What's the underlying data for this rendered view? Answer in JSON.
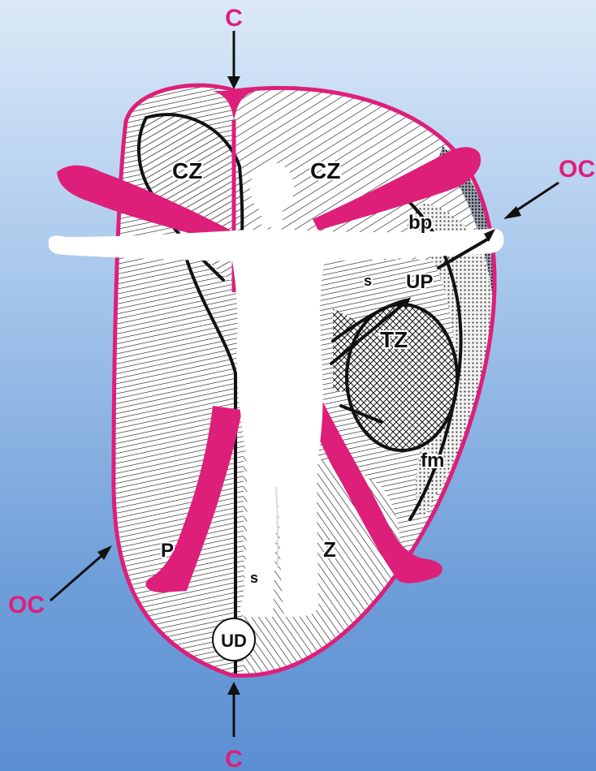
{
  "colors": {
    "magenta": "#dd1f7a",
    "ink": "#111111",
    "body": "#ffffff",
    "background_top": "#dbe9f7",
    "background_bottom": "#5b8fd3"
  },
  "labels": {
    "c_top": "C",
    "c_bottom": "C",
    "oc_right": "OC",
    "oc_left": "OC",
    "cz_left": "CZ",
    "cz_right": "CZ",
    "bp": "bp",
    "s_upper": "s",
    "s_lower": "s",
    "up": "UP",
    "tz": "TZ",
    "fm": "fm",
    "p": "P",
    "z": "Z",
    "ud": "UD"
  }
}
